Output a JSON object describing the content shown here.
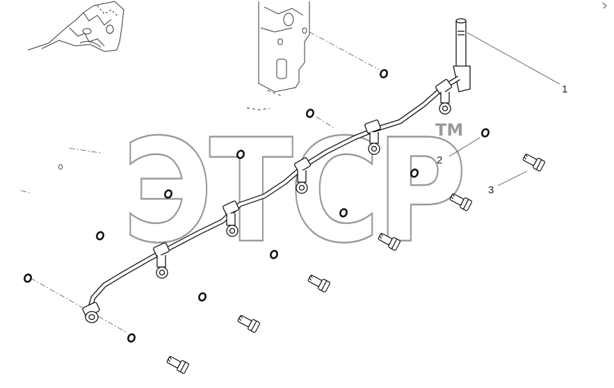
{
  "watermark": {
    "brand": "ЭТСР",
    "trademark": "TM"
  },
  "callouts": [
    {
      "number": "1"
    },
    {
      "number": "2"
    },
    {
      "number": "3"
    }
  ],
  "colors": {
    "line": "#111111",
    "watermark": "#9a9a9a",
    "background": "#ffffff"
  }
}
